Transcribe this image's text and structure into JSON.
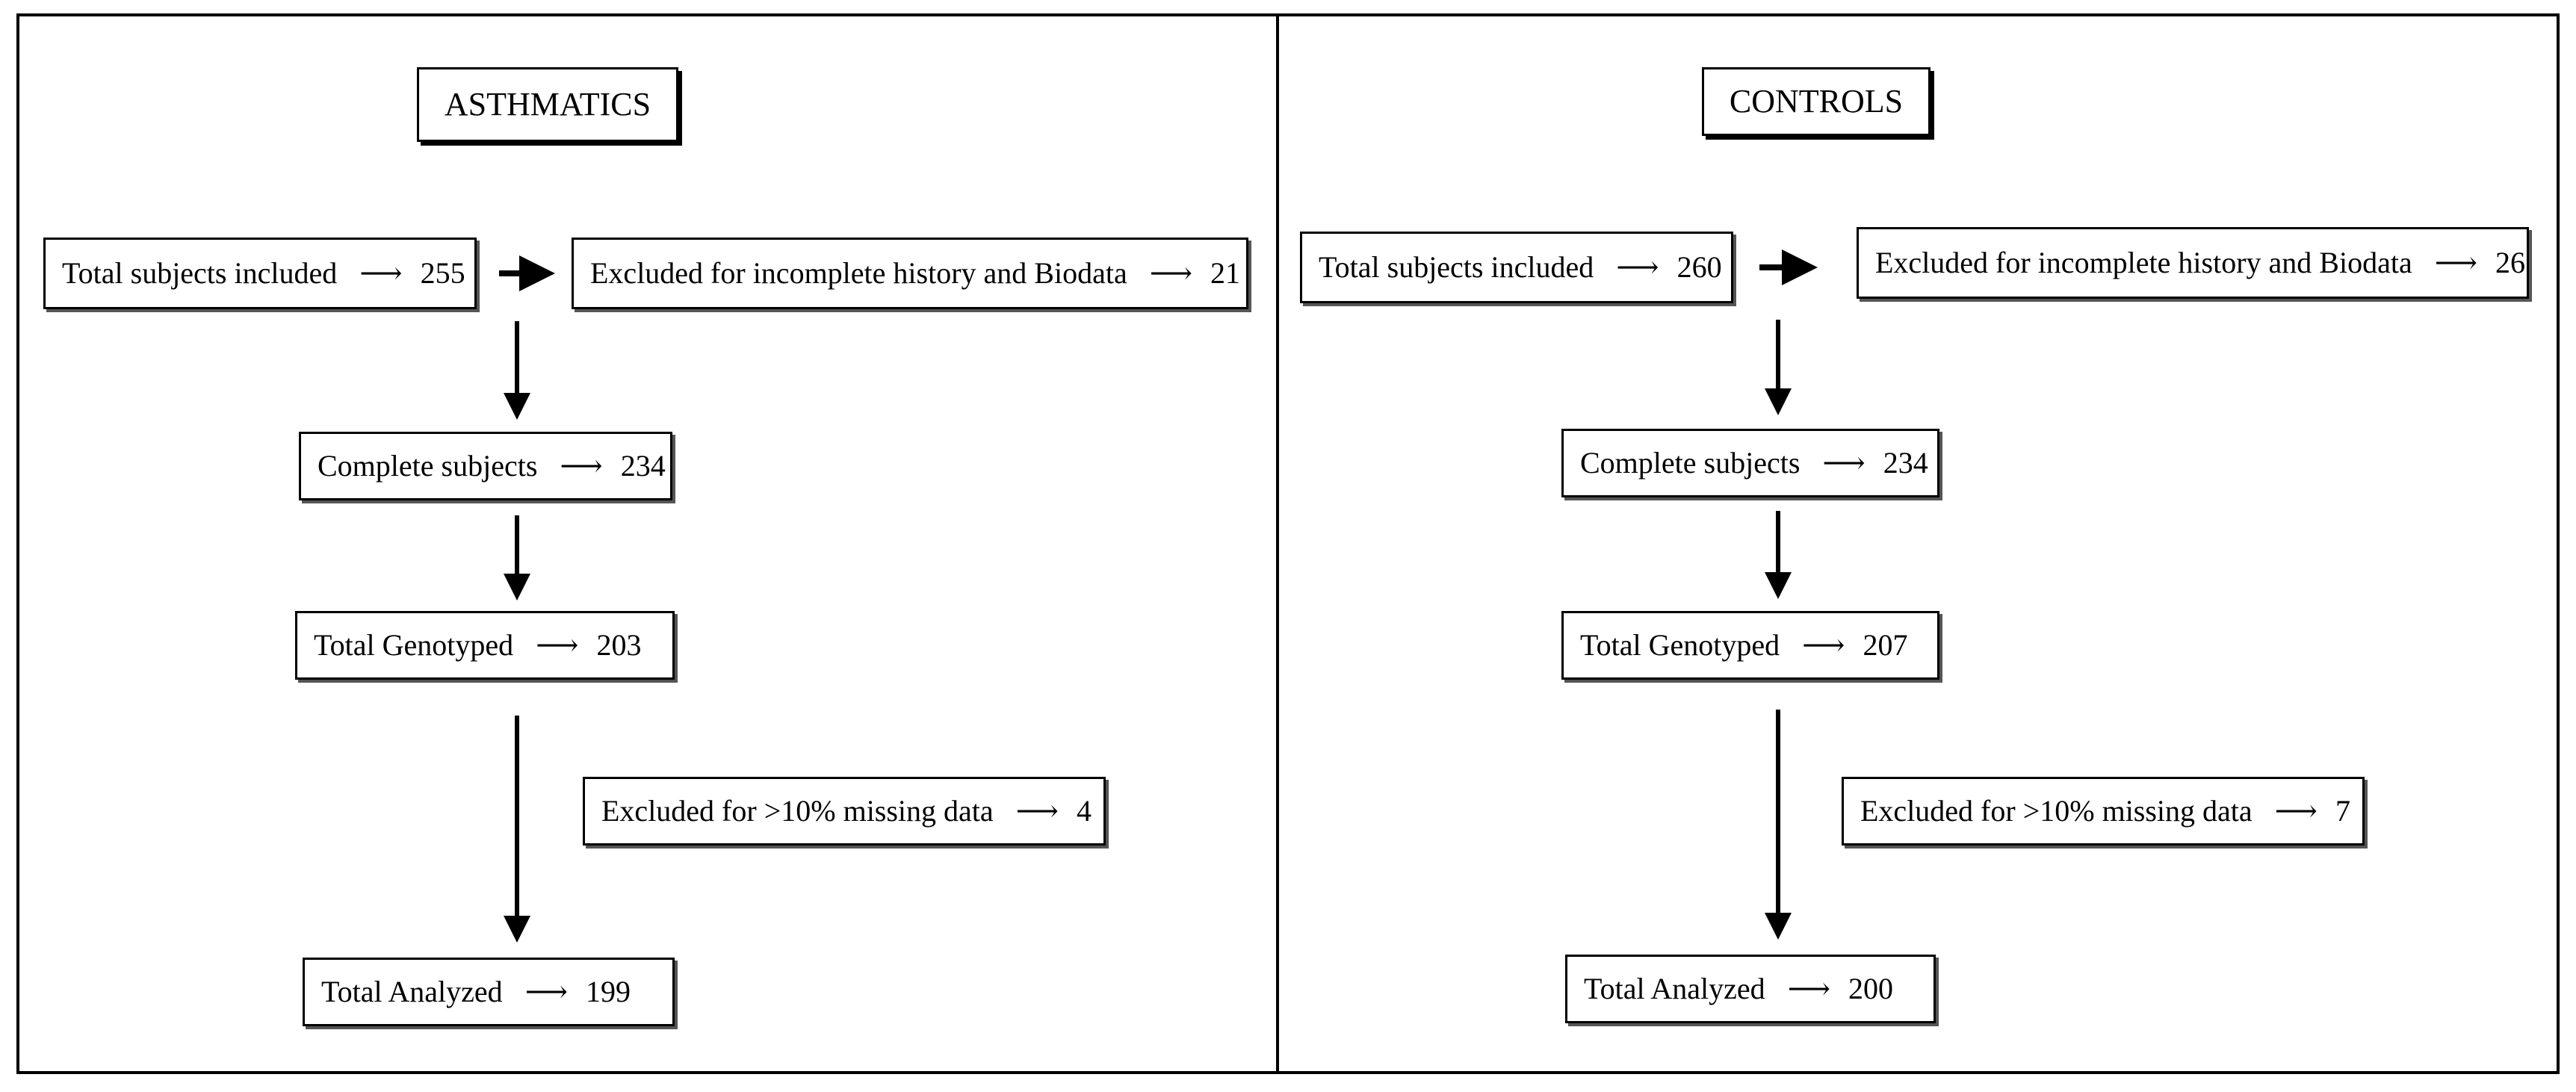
{
  "panels": [
    {
      "heading": "ASTHMATICS",
      "flow": {
        "total_included": {
          "label": "Total subjects included",
          "arrow": "⟶",
          "value": "255"
        },
        "excluded_history": {
          "label": "Excluded for incomplete history and Biodata",
          "arrow": "⟶",
          "value": "21"
        },
        "complete": {
          "label": "Complete subjects",
          "arrow": "⟶",
          "value": "234"
        },
        "genotyped": {
          "label": "Total Genotyped",
          "arrow": "⟶",
          "value": "203"
        },
        "excluded_missing": {
          "label": "Excluded for >10% missing data",
          "arrow": "⟶",
          "value": "4"
        },
        "analyzed": {
          "label": "Total Analyzed",
          "arrow": "⟶",
          "value": "199"
        }
      }
    },
    {
      "heading": "CONTROLS",
      "flow": {
        "total_included": {
          "label": "Total subjects included",
          "arrow": "⟶",
          "value": "260"
        },
        "excluded_history": {
          "label": "Excluded for incomplete history and Biodata",
          "arrow": "⟶",
          "value": "26"
        },
        "complete": {
          "label": "Complete subjects",
          "arrow": "⟶",
          "value": "234"
        },
        "genotyped": {
          "label": "Total Genotyped",
          "arrow": "⟶",
          "value": "207"
        },
        "excluded_missing": {
          "label": "Excluded for >10% missing data",
          "arrow": "⟶",
          "value": "7"
        },
        "analyzed": {
          "label": "Total Analyzed",
          "arrow": "⟶",
          "value": "200"
        }
      }
    }
  ]
}
